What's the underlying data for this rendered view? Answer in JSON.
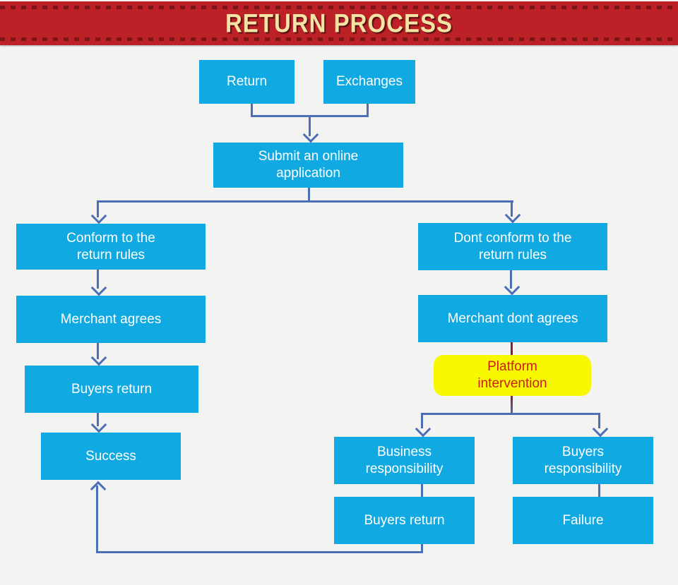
{
  "header": {
    "title": "RETURN PROCESS"
  },
  "colors": {
    "banner_red": "#bb2127",
    "banner_dash_red": "#7c1418",
    "banner_title_gold": "#f3e3a5",
    "node_cyan": "#10a9e2",
    "node_text_white": "#ffffff",
    "connector_blue": "#4d6fb5",
    "connector_dark_red": "#8e1f2f",
    "highlight_yellow": "#f8f900",
    "highlight_text_red": "#c8201f",
    "page_background": "#f3f4f2"
  },
  "nodes": {
    "return": {
      "label": "Return"
    },
    "exchanges": {
      "label": "Exchanges"
    },
    "submit": {
      "label": "Submit an online\napplication"
    },
    "conform": {
      "label": "Conform to the\nreturn rules"
    },
    "merchant_agrees": {
      "label": "Merchant agrees"
    },
    "buyers_return_left": {
      "label": "Buyers return"
    },
    "success": {
      "label": "Success"
    },
    "dont_conform": {
      "label": "Dont conform to the\nreturn rules"
    },
    "merchant_dont_agrees": {
      "label": "Merchant dont agrees"
    },
    "platform_intervention": {
      "label": "Platform\nintervention"
    },
    "business_responsibility": {
      "label": "Business\nresponsibility"
    },
    "buyers_responsibility": {
      "label": "Buyers\nresponsibility"
    },
    "buyers_return_bottom": {
      "label": "Buyers return"
    },
    "failure": {
      "label": "Failure"
    }
  }
}
